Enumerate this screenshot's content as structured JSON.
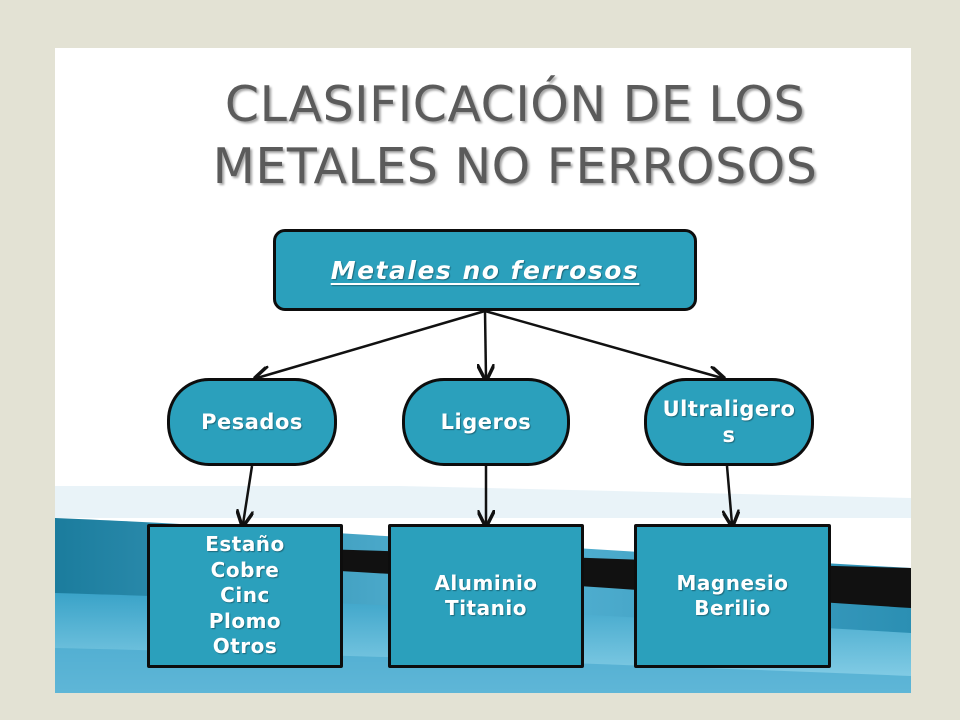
{
  "title": {
    "line1": "CLASIFICACIÓN DE LOS",
    "line2": "METALES NO FERROSOS"
  },
  "root": {
    "label": "Metales no ferrosos"
  },
  "categories": [
    {
      "label": "Pesados",
      "examples": [
        "Estaño",
        "Cobre",
        "Cinc",
        "Plomo",
        "Otros"
      ]
    },
    {
      "label": "Ligeros",
      "examples": [
        "Aluminio",
        "Titanio"
      ]
    },
    {
      "label": "Ultraligeros",
      "examples": [
        "Magnesio",
        "Berilio"
      ]
    }
  ],
  "colors": {
    "node_fill": "#2ba0bc",
    "node_border": "#0d0d0d",
    "title_text": "#5b5b5b",
    "frame": "#e3e2d4"
  }
}
